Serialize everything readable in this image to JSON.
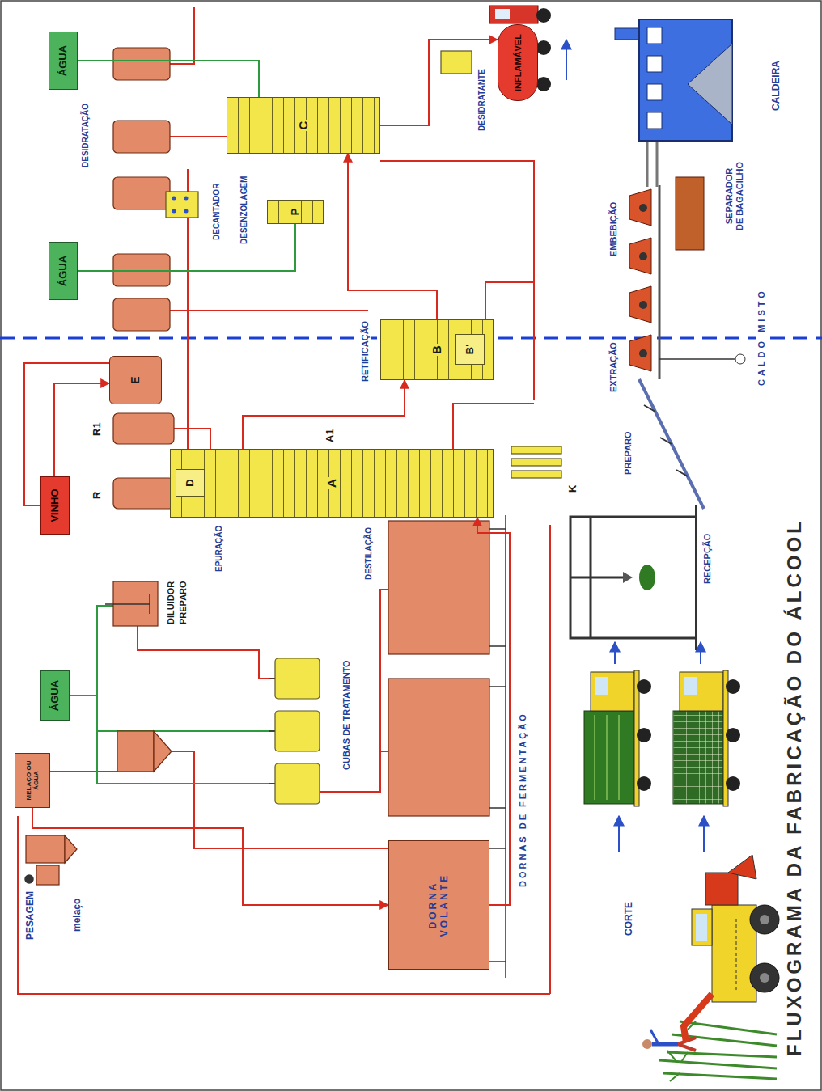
{
  "diagram": {
    "title": "FLUXOGRAMA DA FABRICAÇÃO DO ÁLCOOL",
    "nodes": [
      {
        "text": [
          "MELAÇO OU ÁGUA"
        ]
      },
      {
        "text": [
          "ÁGUA"
        ]
      },
      {
        "text": [
          "VINHO"
        ]
      },
      {
        "text": [
          "ÁGUA"
        ]
      },
      {
        "text": [
          "ÁGUA"
        ]
      },
      {
        "text": [
          "E"
        ]
      },
      {
        "text": [
          "A"
        ]
      },
      {
        "text": [
          "D"
        ],
        "in": 6
      },
      {
        "text": [
          "B"
        ]
      },
      {
        "text": [
          "B'"
        ],
        "in": 8
      },
      {
        "text": [
          "C"
        ]
      },
      {
        "text": [
          "P"
        ]
      },
      {
        "text": [
          "DORNA VOLANTE"
        ]
      },
      {
        "text": [
          "INFLAMÁVEL"
        ]
      }
    ],
    "edges": [
      {
        "from": 0,
        "to": 12,
        "arrow": "to"
      },
      {
        "from": 2,
        "to": 5,
        "arrow": "to"
      },
      {
        "from": 12,
        "to": 6,
        "arrow": "to"
      },
      {
        "from": 6,
        "to": 8,
        "arrow": "to"
      },
      {
        "from": 8,
        "to": 10,
        "arrow": "to"
      },
      {
        "from": 10,
        "to": 13,
        "arrow": "to"
      },
      {
        "from": 3,
        "to": 11,
        "arrow": "none"
      },
      {
        "from": 4,
        "to": 10,
        "arrow": "none"
      }
    ],
    "labels": [
      "PESAGEM",
      "melaço",
      "DILUIDOR",
      "PREPARO",
      "CUBAS DE TRATAMENTO",
      "DORNAS DE FERMENTAÇÃO",
      "R",
      "R1",
      "EPURAÇÃO",
      "A1",
      "DESTILAÇÃO",
      "RETIFICAÇÃO",
      "K",
      "DECANTADOR",
      "DESENZOLAGEM",
      "DESIDRATAÇÃO",
      "DESIDRATANTE",
      "CORTE",
      "RECEPÇÃO",
      "PREPARO",
      "EXTRAÇÃO",
      "EMBEBIÇÃO",
      "CALDO MISTO",
      "SEPARADOR DE BAGACILHO",
      "CALDEIRA"
    ]
  }
}
